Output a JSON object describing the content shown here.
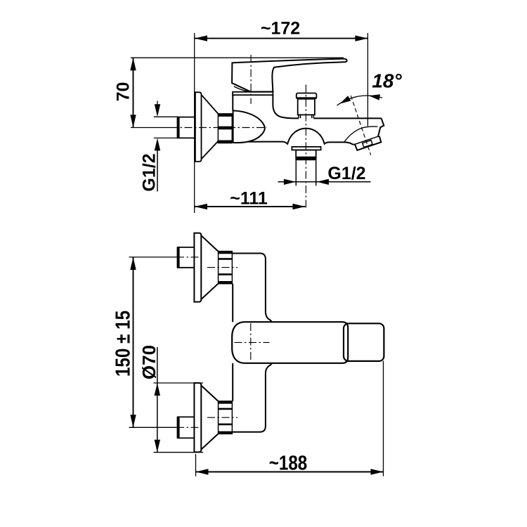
{
  "document": {
    "type": "technical dimensional drawing",
    "subject": "wall-mounted single-lever bath and shower mixer tap, two orthographic views",
    "background_color": "#ffffff",
    "line_color": "#000000"
  },
  "side_view": {
    "description": "side profile of the mixer with lever handle, diverter knob, wall union and spout",
    "labels": {
      "overall_depth": "~172",
      "height_above_axis": "70",
      "inlet_thread": "G1/2",
      "outlet_reach": "~111",
      "spout_angle": "18°",
      "shower_outlet_thread": "G1/2"
    }
  },
  "front_view": {
    "description": "top view of the mixer showing both wall unions and the lever",
    "labels": {
      "connection_spacing": "150 ± 15",
      "escutcheon_diameter": "Ø70",
      "overall_width": "~188"
    }
  }
}
